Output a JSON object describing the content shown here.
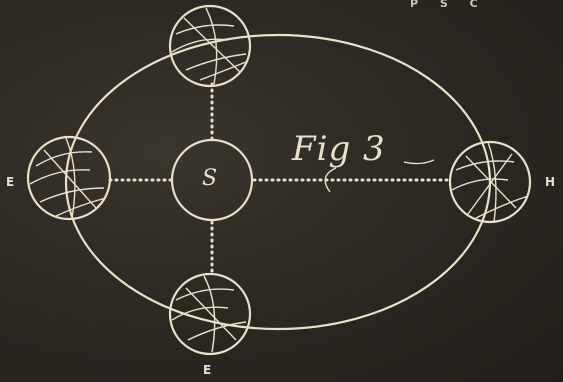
{
  "figure": {
    "title": "Fig 3",
    "center_label": "S",
    "corner_label": "P S C"
  },
  "positions": {
    "left": "E",
    "right": "H",
    "bottom": "E"
  },
  "colors": {
    "background": "#2b2822",
    "ink": "#e8e0c8"
  }
}
